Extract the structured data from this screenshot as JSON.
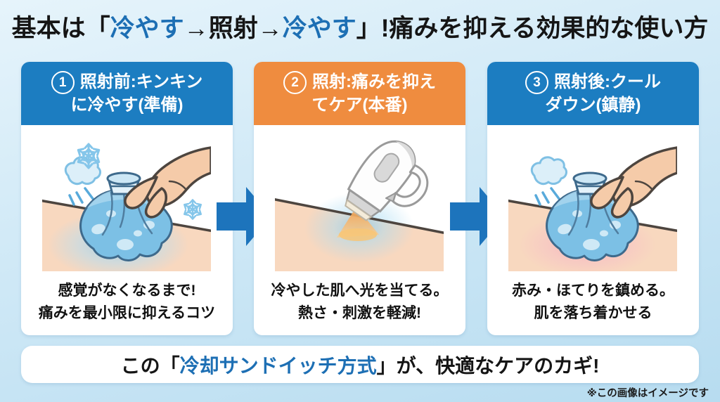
{
  "colors": {
    "accent_text": "#1d6fb4",
    "header_blue": "#1c7dc1",
    "header_orange": "#ef8c3f",
    "arrow_blue": "#1d74bc"
  },
  "title": {
    "seg1": "基本は「",
    "seg2": "冷やす",
    "seg3": "→照射→",
    "seg4": "冷やす",
    "seg5": "」!痛みを抑える効果的な使い方"
  },
  "panels": [
    {
      "number": "1",
      "header_line1": "照射前:キンキン",
      "header_line2": "に冷やす(準備)",
      "header_color": "#1c7dc1",
      "caption_line1": "感覚がなくなるまで!",
      "caption_line2": "痛みを最小限に抑えるコツ",
      "illustration": "ice-pack-cooling"
    },
    {
      "number": "2",
      "header_line1": "照射:痛みを抑え",
      "header_line2": "てケア(本番)",
      "header_color": "#ef8c3f",
      "caption_line1": "冷やした肌へ光を当てる。",
      "caption_line2": "熱さ・刺激を軽減!",
      "illustration": "ipl-device-flash"
    },
    {
      "number": "3",
      "header_line1": "照射後:クール",
      "header_line2": "ダウン(鎮静)",
      "header_color": "#1c7dc1",
      "caption_line1": "赤み・ほてりを鎮める。",
      "caption_line2": "肌を落ち着かせる",
      "illustration": "ice-pack-soothing"
    }
  ],
  "banner": {
    "seg1": "この「",
    "seg2": "冷却サンドイッチ方式",
    "seg3": "」が、快適なケアのカギ!"
  },
  "footnote": "※この画像はイメージです"
}
